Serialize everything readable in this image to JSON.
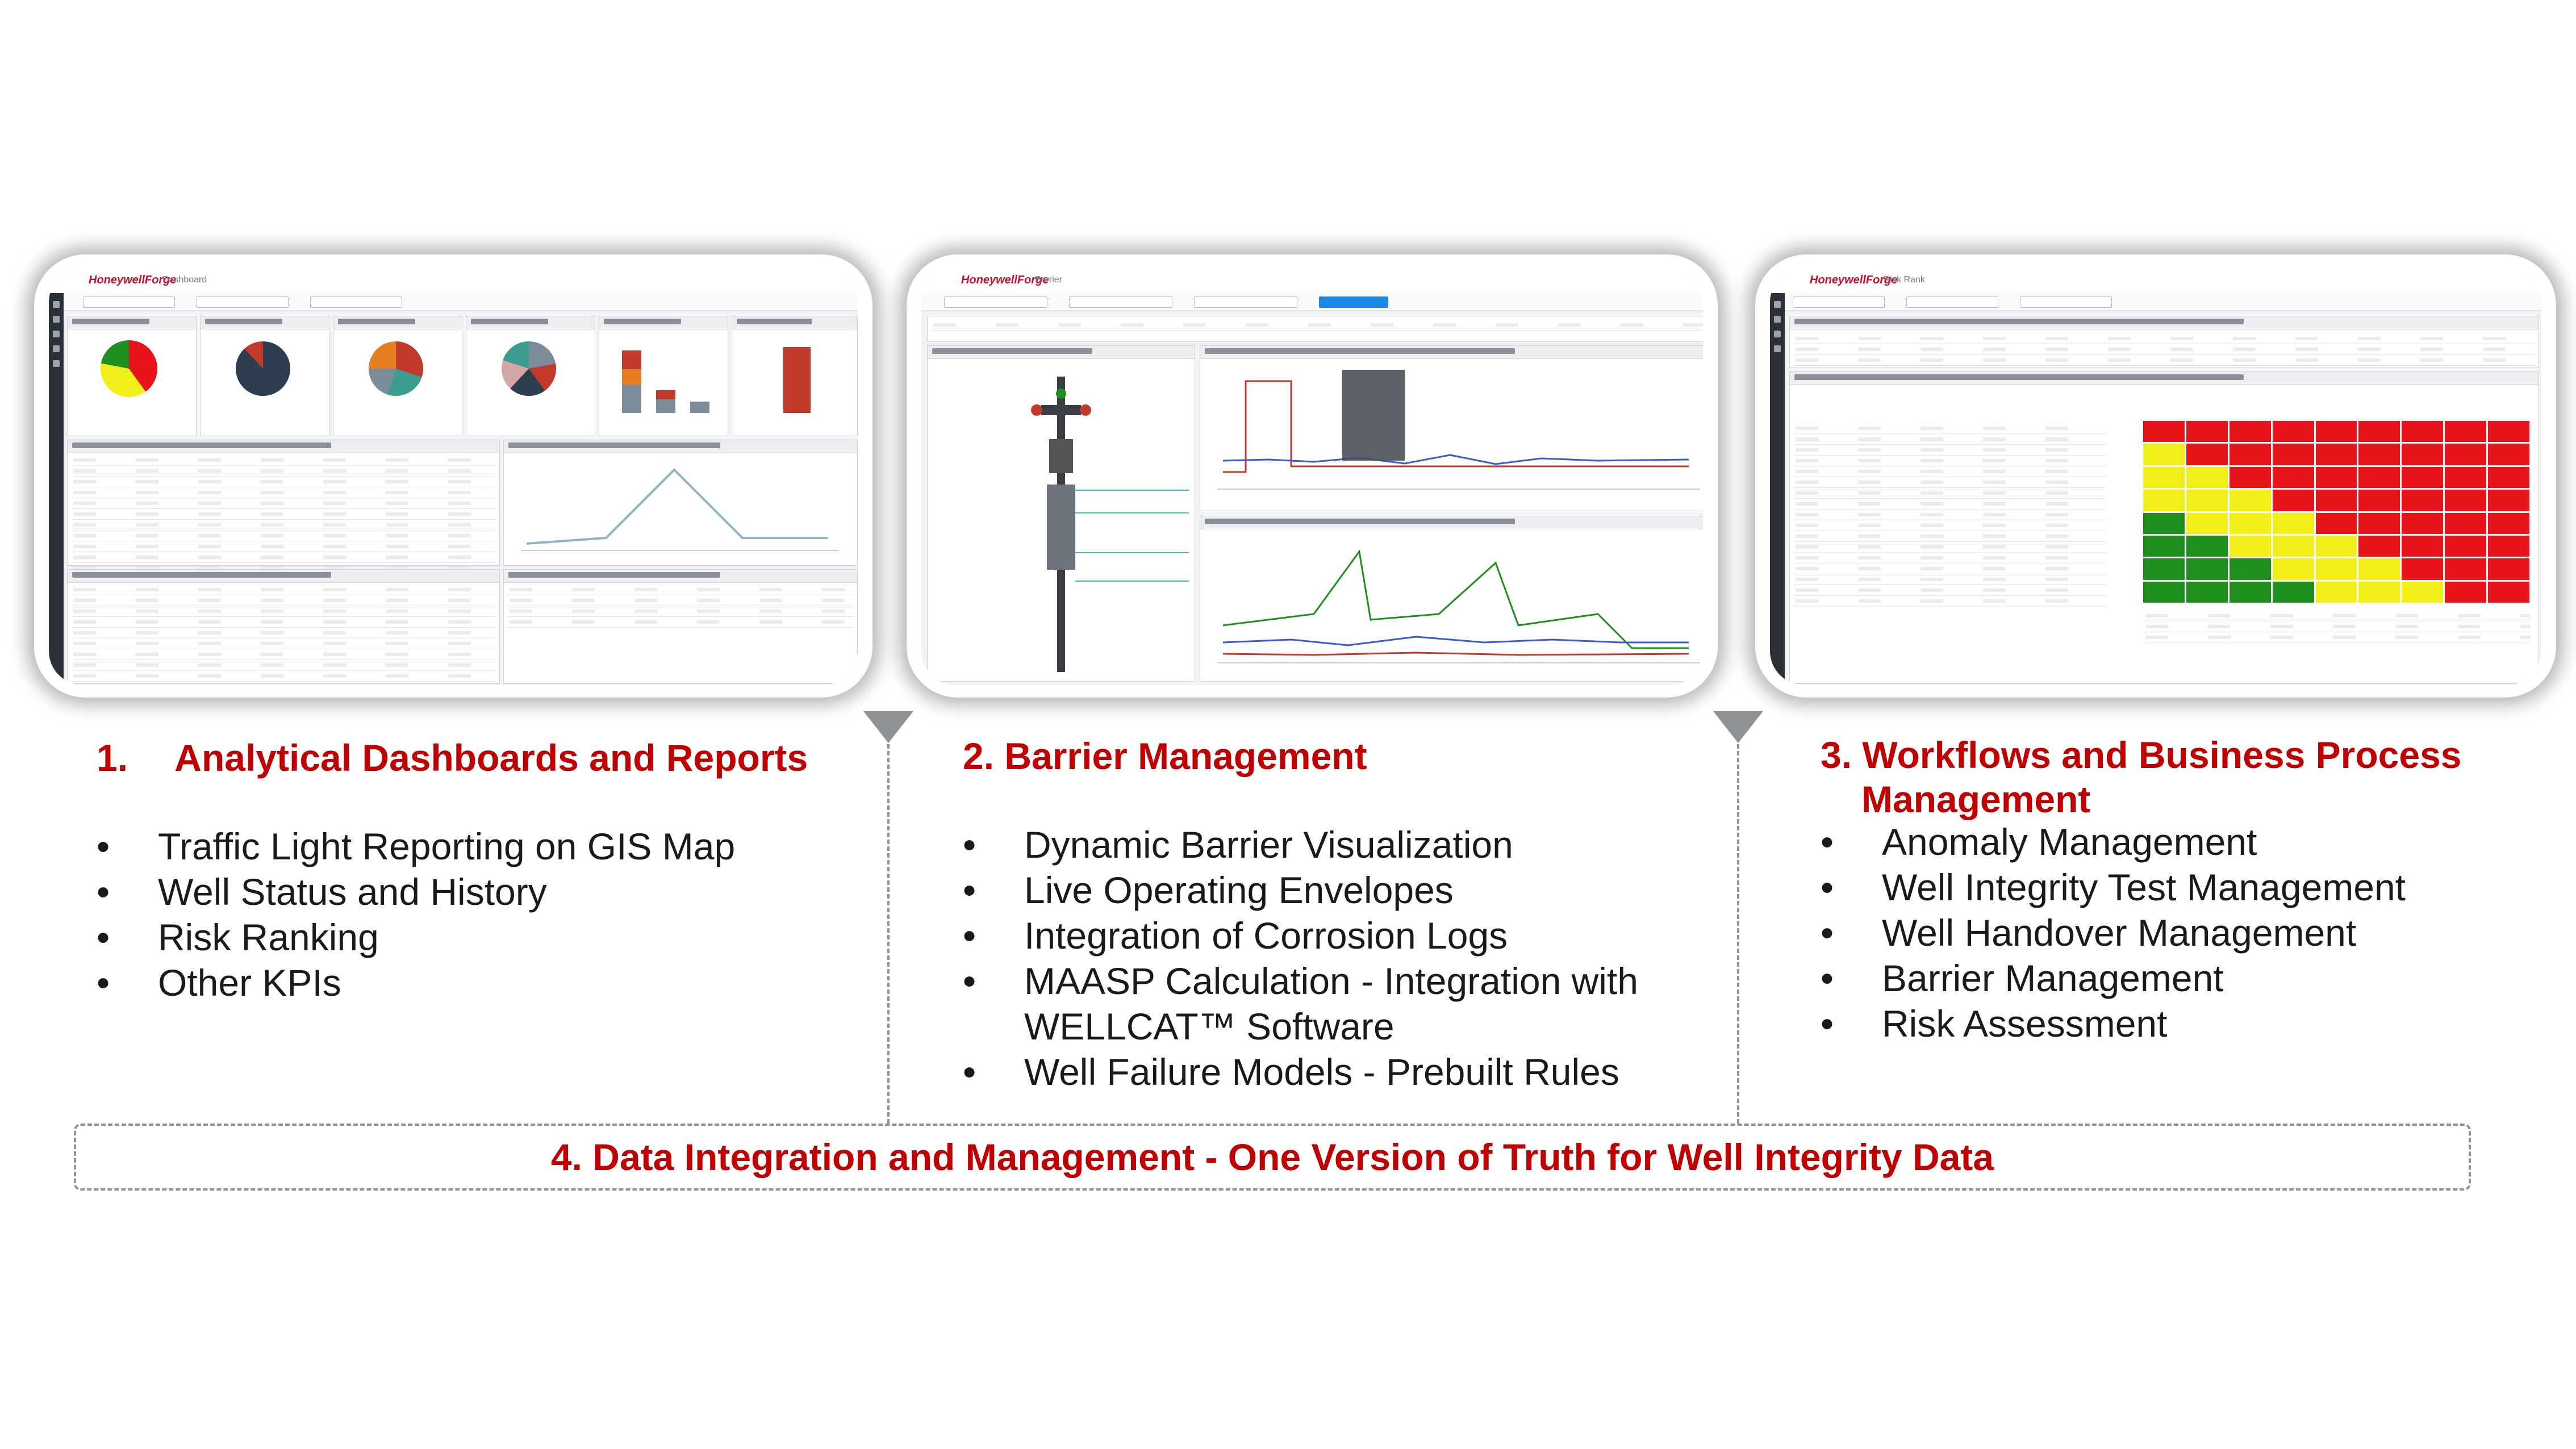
{
  "colors": {
    "heading_red": "#C00000",
    "divider_gray": "#8E9398",
    "risk_red": "#E8141C",
    "risk_yellow": "#F2EE1A",
    "risk_green": "#1E8F1E"
  },
  "screens": [
    {
      "name": "analytical-dashboard-screenshot",
      "brand": "HoneywellForge",
      "view": "Dashboard"
    },
    {
      "name": "barrier-management-screenshot",
      "brand": "HoneywellForge",
      "view": "Barrier"
    },
    {
      "name": "risk-assessment-screenshot",
      "brand": "HoneywellForge",
      "view": "Risk Rank"
    }
  ],
  "sections": [
    {
      "number": "1.",
      "title": "Analytical Dashboards and Reports",
      "items": [
        "Traffic Light Reporting on GIS Map",
        "Well Status and History",
        "Risk Ranking",
        "Other KPIs"
      ]
    },
    {
      "title": "2. Barrier Management",
      "items": [
        "Dynamic Barrier Visualization",
        "Live Operating Envelopes",
        "Integration of Corrosion Logs",
        "MAASP Calculation - Integration with WELLCAT™ Software",
        "Well Failure Models - Prebuilt Rules"
      ]
    },
    {
      "title_line1": "3. Workflows and Business Process",
      "title_line2": "Management",
      "items": [
        "Anomaly Management",
        "Well Integrity Test Management",
        "Well Handover Management",
        "Barrier Management",
        "Risk Assessment"
      ]
    }
  ],
  "banner": "4. Data Integration and Management - One Version of Truth for Well Integrity Data"
}
